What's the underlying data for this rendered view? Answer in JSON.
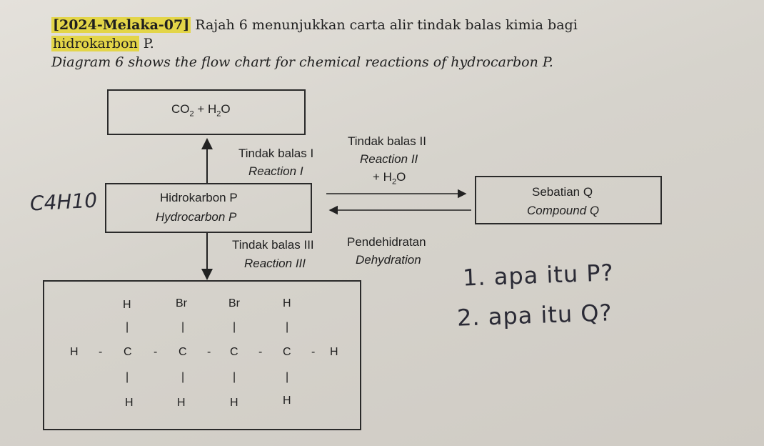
{
  "header": {
    "tag": "[2024-Melaka-07]",
    "line1_rest": " Rajah 6 menunjukkan carta alir tindak balas kimia bagi",
    "line2_highlight": "hidrokarbon",
    "line2_rest": " P.",
    "line3": "Diagram 6 shows the flow chart for chemical reactions of hydrocarbon P."
  },
  "flowchart": {
    "top_box": {
      "co2": "CO",
      "sub2": "2",
      "plus_h": " + H",
      "sub_h2": "2",
      "o": "O"
    },
    "reaction1": {
      "ms": "Tindak balas I",
      "en": "Reaction I"
    },
    "reaction2": {
      "ms": "Tindak balas II",
      "en": "Reaction II",
      "reagent_plus": "+ H",
      "reagent_sub": "2",
      "reagent_o": "O"
    },
    "reaction3": {
      "ms": "Tindak balas III",
      "en": "Reaction III"
    },
    "dehydration": {
      "ms": "Pendehidratan",
      "en": "Dehydration"
    },
    "hydrocarbon_box": {
      "ms": "Hidrokarbon P",
      "en": "Hydrocarbon P"
    },
    "compound_box": {
      "ms": "Sebatian Q",
      "en": "Compound Q"
    }
  },
  "structure": {
    "top_row": [
      "H",
      "Br",
      "Br",
      "H"
    ],
    "middle_row": [
      "H",
      "-",
      "C",
      "-",
      "C",
      "-",
      "C",
      "-",
      "C",
      "-",
      "H"
    ],
    "bottom_row": [
      "H",
      "H",
      "H",
      "H"
    ],
    "bond": "|"
  },
  "handwriting": {
    "left_note": "C4H10",
    "q1": "1. apa itu P?",
    "q2": "2. apa itu Q?"
  }
}
